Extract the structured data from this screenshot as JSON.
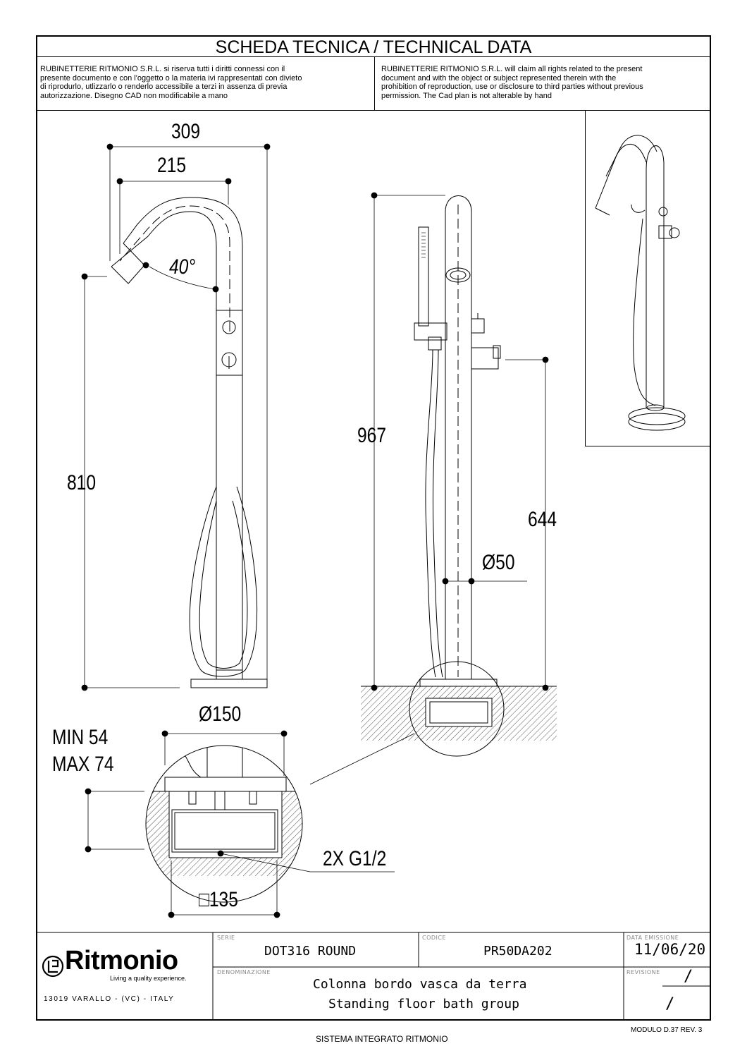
{
  "header": {
    "title": "SCHEDA TECNICA / TECHNICAL DATA",
    "notice_it": "RUBINETTERIE RITMONIO S.R.L. si riserva tutti i diritti connessi con il\npresente documento e con l'oggetto o la materia ivi rappresentati con divieto\ndi riprodurlo, utlizzarlo o renderlo accessibile a terzi in assenza di previa\nautorizzazione. Disegno CAD non modificabile a mano",
    "notice_en": "RUBINETTERIE RITMONIO S.R.L. will claim all rights related to the present\ndocument and with the object or subject represented therein with the\nprohibition  of reproduction, use or disclosure to third parties without previous\npermission.  The Cad plan is not alterable by hand"
  },
  "dimensions": {
    "width_total": "309",
    "width_spout": "215",
    "angle": "40°",
    "height_spout": "810",
    "height_total": "967",
    "height_diverter": "644",
    "diameter_column": "Ø50",
    "diameter_base": "Ø150",
    "min": "MIN 54",
    "max": "MAX 74",
    "connection": "2X G1/2",
    "square_box": "□135"
  },
  "title_block": {
    "logo_name": "Ritmonio",
    "logo_tagline": "Living a quality experience.",
    "address": "13019 VARALLO - (VC) - ITALY",
    "serie_label": "SERIE",
    "serie_value": "DOT316 ROUND",
    "codice_label": "CODICE",
    "codice_value": "PR50DA202",
    "data_label": "DATA EMISSIONE",
    "data_value": "11/06/20",
    "denominazione_label": "DENOMINAZIONE",
    "denominazione_it": "Colonna bordo vasca da terra",
    "denominazione_en": "Standing floor bath group",
    "revisione_label": "REVISIONE",
    "revisione_value": "/",
    "revisione_value2": "/"
  },
  "footer": {
    "modulo": "MODULO D.37 REV. 3",
    "sistema": "SISTEMA INTEGRATO RITMONIO"
  }
}
